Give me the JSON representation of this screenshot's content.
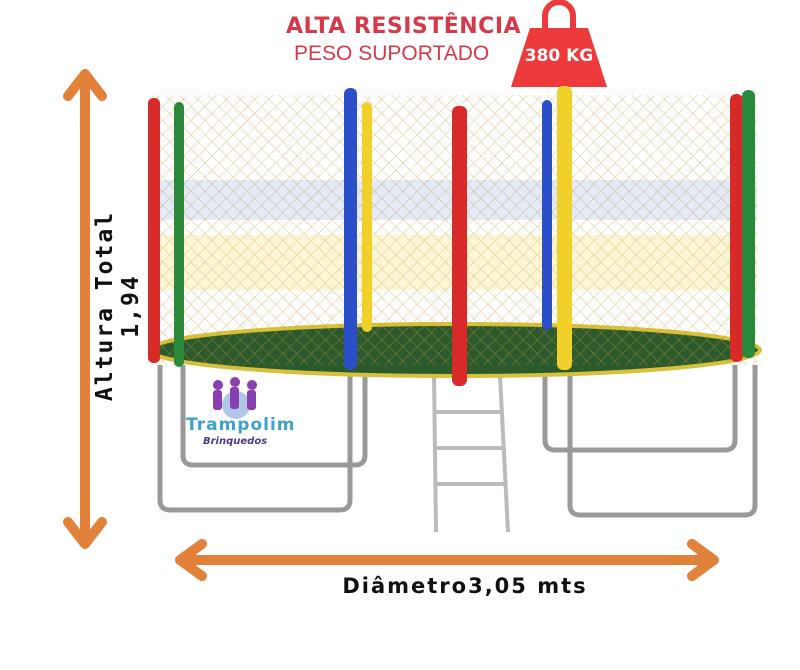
{
  "badge": {
    "title": "ALTA RESISTÊNCIA",
    "subtitle": "PESO SUPORTADO",
    "weight": "380 KG",
    "color": "#d6394a",
    "weight_color": "#ee3a3a"
  },
  "dimensions": {
    "height_label": "Altura Total 1,94",
    "diameter_label": "Diâmetro3,05 mts",
    "arrow_color": "#e2813a"
  },
  "logo": {
    "name": "Trampolim",
    "sub": "Brinquedos"
  }
}
